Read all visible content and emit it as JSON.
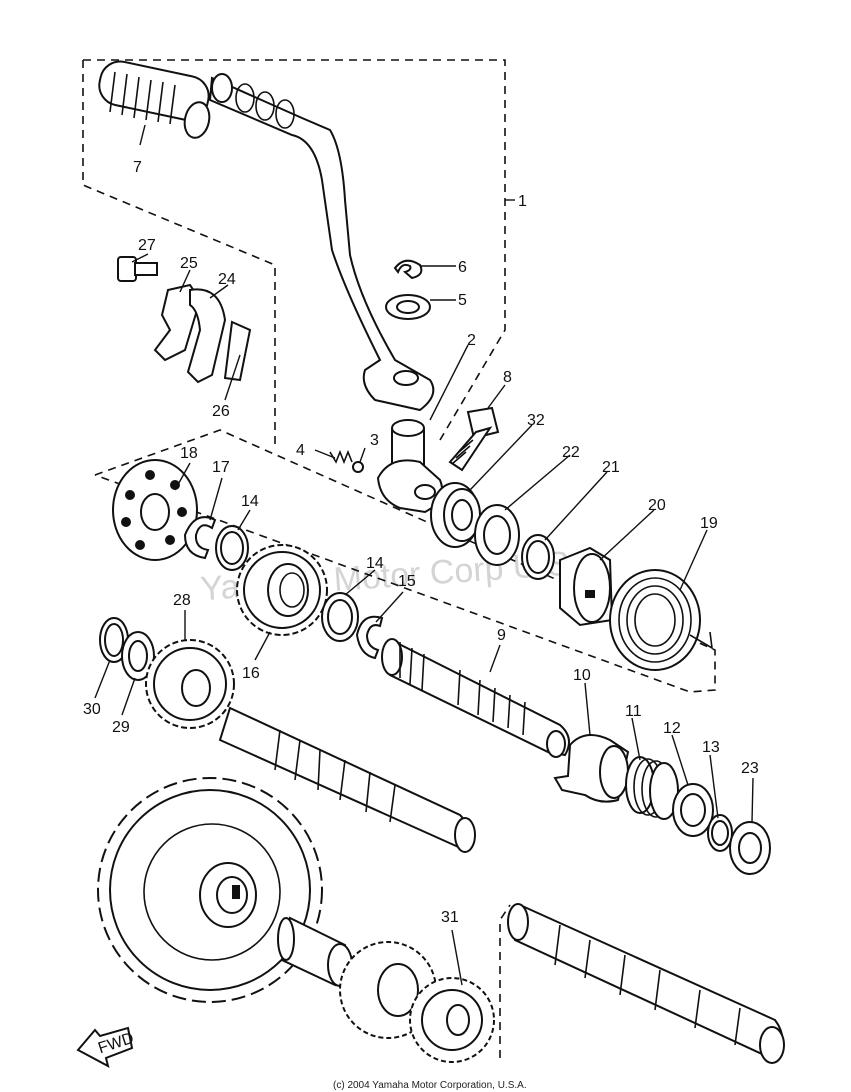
{
  "watermark": "Yamaha Motor Corp U.S.A",
  "copyright": "(c) 2004 Yamaha Motor Corporation, U.S.A.",
  "fwd_label": "FWD",
  "callouts": {
    "n1": "1",
    "n2": "2",
    "n3": "3",
    "n4": "4",
    "n5": "5",
    "n6": "6",
    "n7": "7",
    "n8": "8",
    "n9": "9",
    "n10": "10",
    "n11": "11",
    "n12": "12",
    "n13": "13",
    "n14a": "14",
    "n14b": "14",
    "n15": "15",
    "n16": "16",
    "n17": "17",
    "n18": "18",
    "n19": "19",
    "n20": "20",
    "n21": "21",
    "n22": "22",
    "n23": "23",
    "n24": "24",
    "n25": "25",
    "n26": "26",
    "n27": "27",
    "n28": "28",
    "n29": "29",
    "n30": "30",
    "n31": "31",
    "n32": "32"
  }
}
